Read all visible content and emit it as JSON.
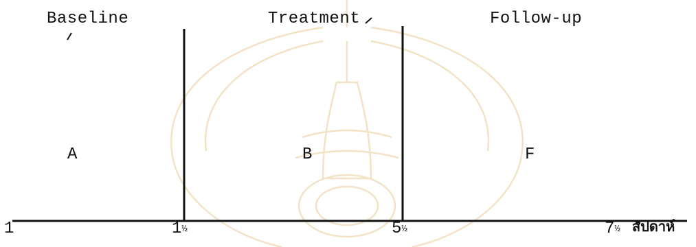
{
  "phases": [
    {
      "title": "Baseline",
      "letter": "A"
    },
    {
      "title": "Treatment",
      "letter": "B"
    },
    {
      "title": "Follow-up",
      "letter": "F"
    }
  ],
  "axis": {
    "ticks": [
      {
        "whole": "1",
        "frac": ""
      },
      {
        "whole": "1",
        "frac": "½"
      },
      {
        "whole": "5",
        "frac": "½"
      },
      {
        "whole": "7",
        "frac": "½"
      }
    ],
    "unit": "สัปดาห์"
  },
  "colors": {
    "ink": "#111111",
    "watermark": "#f2e2c4"
  }
}
